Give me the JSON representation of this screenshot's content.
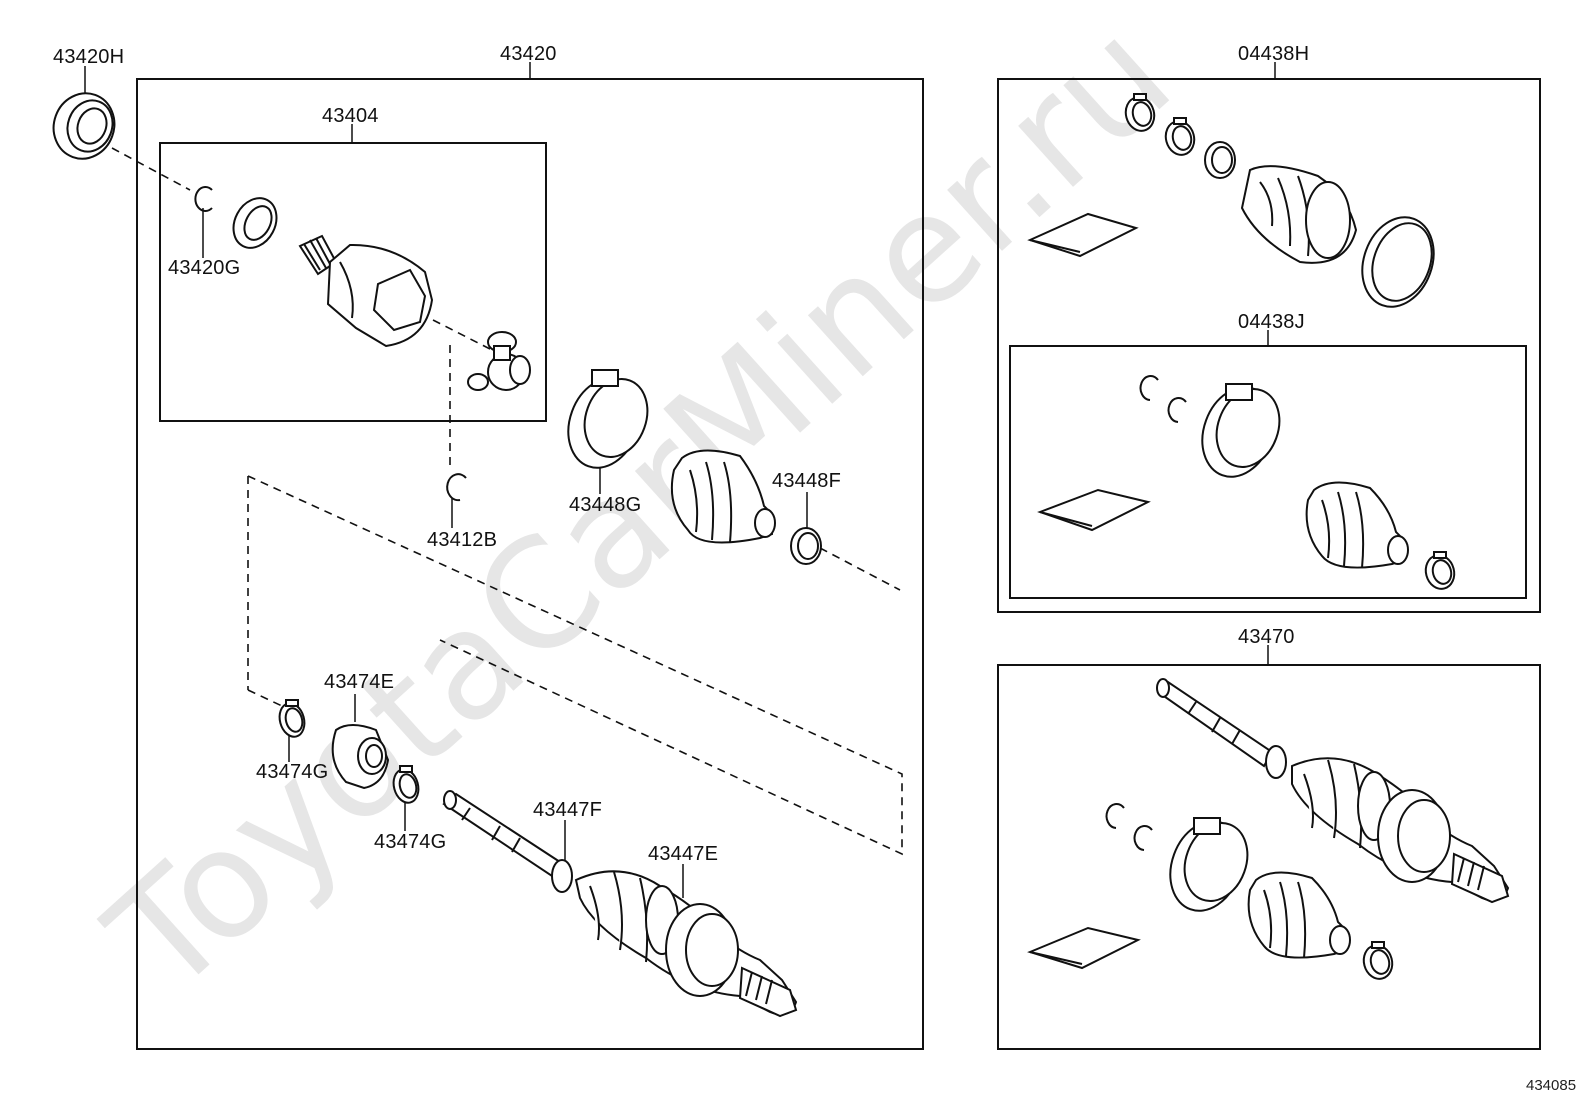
{
  "diagram": {
    "watermark": "ToyotaCarMiner.ru",
    "figure_number": "434085",
    "groups": {
      "main_assembly": "43420",
      "inboard_joint": "43404",
      "boot_kit_h": "04438H",
      "boot_kit_j": "04438J",
      "shaft_assembly": "43470"
    },
    "parts": {
      "oil_seal": "43420H",
      "snap_ring_g": "43420G",
      "snap_ring_b": "43412B",
      "boot_clamp_g": "43448G",
      "boot_clamp_f": "43448F",
      "damper": "43474E",
      "damper_clamp_left": "43474G",
      "damper_clamp_right": "43474G",
      "outboard_clamp_f": "43447F",
      "outboard_clamp_e": "43447E"
    }
  }
}
